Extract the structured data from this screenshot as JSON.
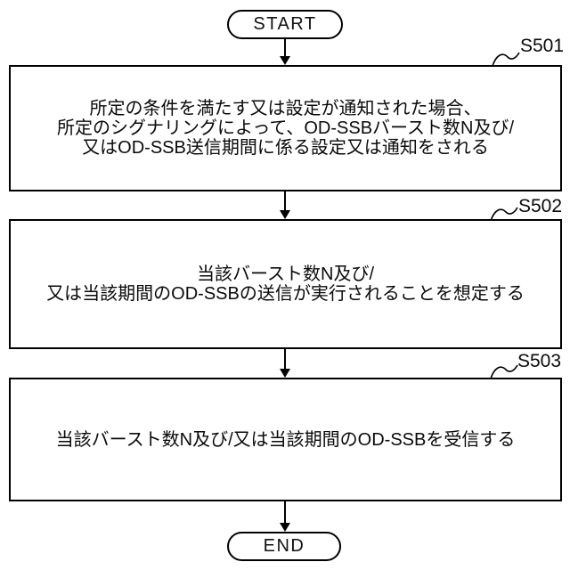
{
  "flowchart": {
    "start": {
      "label": "START"
    },
    "end": {
      "label": "END"
    },
    "steps": [
      {
        "id": "S501",
        "lines": [
          "所定の条件を満たす又は設定が通知された場合、",
          "所定のシグナリングによって、OD-SSBバースト数N及び/",
          "又はOD-SSB送信期間に係る設定又は通知をされる"
        ]
      },
      {
        "id": "S502",
        "lines": [
          "当該バースト数N及び/",
          "又は当該期間のOD-SSBの送信が実行されることを想定する"
        ]
      },
      {
        "id": "S503",
        "lines": [
          "当該バースト数N及び/又は当該期間のOD-SSBを受信する"
        ]
      }
    ],
    "colors": {
      "line": "#000000",
      "background": "#ffffff",
      "text": "#000000"
    }
  }
}
